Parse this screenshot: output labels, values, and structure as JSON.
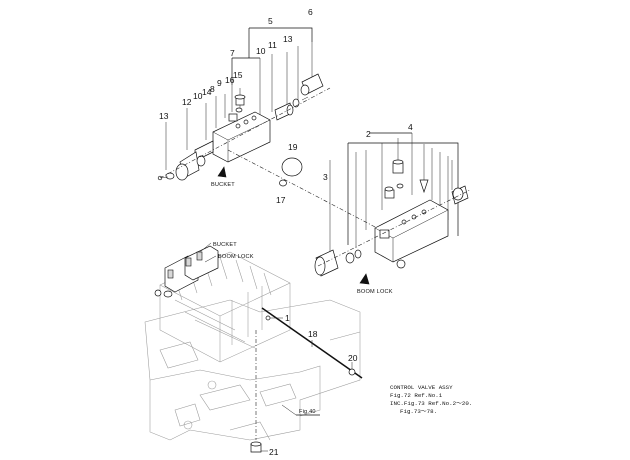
{
  "callouts": {
    "n1": "1",
    "n2": "2",
    "n3": "3",
    "n4": "4",
    "n5": "5",
    "n6": "6",
    "n7": "7",
    "n8": "8",
    "n9": "9",
    "n10a": "10",
    "n10b": "10",
    "n11": "11",
    "n12": "12",
    "n13a": "13",
    "n13b": "13",
    "n14": "14",
    "n15": "15",
    "n16": "16",
    "n17": "17",
    "n18": "18",
    "n19": "19",
    "n20": "20",
    "n21": "21"
  },
  "labels": {
    "bucket_valve": "BUCKET",
    "boom_lock_valve": "BOOM LOCK",
    "bucket_assy": "BUCKET",
    "boom_lock_assy": "BOOM LOCK",
    "fig_ref": "Fig.40"
  },
  "notes": {
    "title": "CONTROL VALVE ASSY",
    "line1": "Fig.72 Ref.No.1",
    "line2": "INC.Fig.73 Ref.No.2～20.",
    "line3": "Fig.73～78."
  },
  "icons": {
    "arrow_bucket": "filled-triangle-pointer",
    "arrow_boom_lock": "filled-triangle-pointer",
    "arrow_assy_bucket": "arrow-pointer",
    "arrow_assy_boom": "arrow-pointer"
  }
}
